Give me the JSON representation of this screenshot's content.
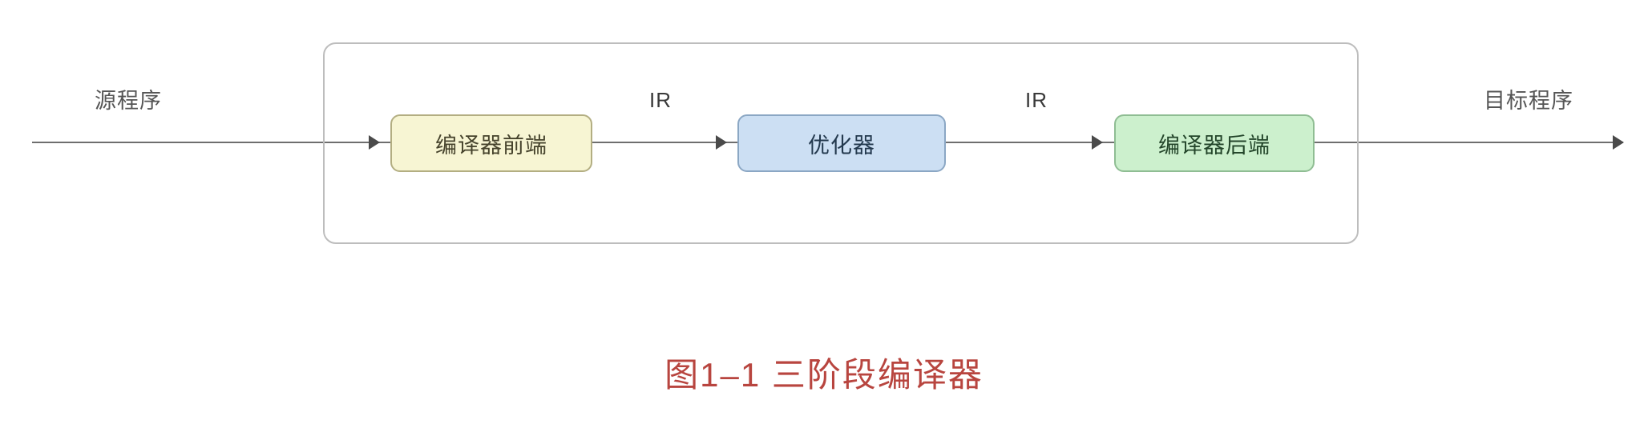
{
  "figure": {
    "caption": "图1–1 三阶段编译器",
    "caption_color": "#b8453f"
  },
  "flow": {
    "input_label": "源程序",
    "output_label": "目标程序",
    "line_color": "#6e6e6e",
    "arrow_color": "#4a4a4a"
  },
  "container": {
    "border_color": "#bdbdbd"
  },
  "stages": [
    {
      "label": "编译器前端",
      "fill": "#f7f5d3",
      "border": "#b3ae82",
      "text_color": "#46432c"
    },
    {
      "label": "优化器",
      "fill": "#ccdff3",
      "border": "#8ba7c4",
      "text_color": "#23394e"
    },
    {
      "label": "编译器后端",
      "fill": "#ccf0cd",
      "border": "#8fbd93",
      "text_color": "#23452a"
    }
  ],
  "edges": [
    {
      "label": "IR"
    },
    {
      "label": "IR"
    }
  ]
}
